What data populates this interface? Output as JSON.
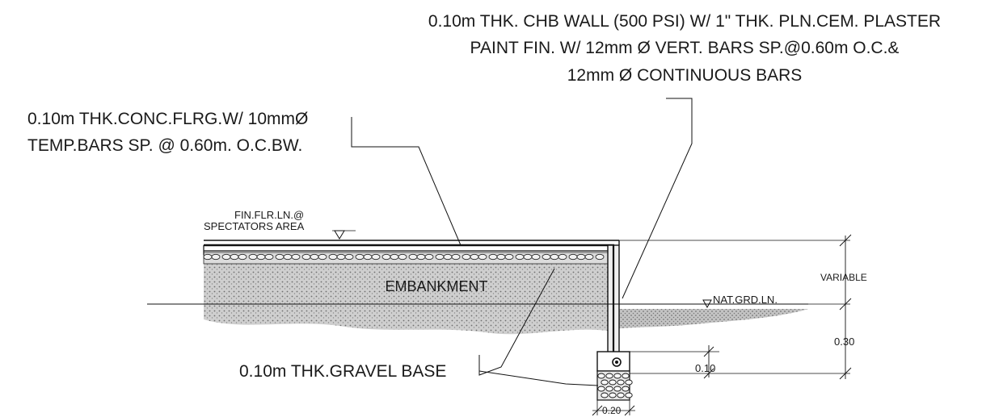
{
  "notes": {
    "chb_wall_line1": "0.10m THK. CHB WALL (500 PSI) W/ 1\" THK. PLN.CEM. PLASTER",
    "chb_wall_line2": "PAINT FIN. W/ 12mm Ø VERT. BARS SP.@0.60m O.C.&",
    "chb_wall_line3": "12mm Ø CONTINUOUS BARS",
    "flooring_line1": "0.10m THK.CONC.FLRG.W/ 10mmØ",
    "flooring_line2": "TEMP.BARS SP. @ 0.60m. O.C.BW.",
    "fin_flr_line1": "FIN.FLR.LN.@",
    "fin_flr_line2": "SPECTATORS  AREA",
    "embankment": "EMBANKMENT",
    "nat_grd": "NAT.GRD.LN.",
    "gravel_base": "0.10m THK.GRAVEL BASE"
  },
  "dimensions": {
    "variable": "VARIABLE",
    "d030": "0.30",
    "d010": "0.10",
    "d020": "0.20"
  },
  "colors": {
    "ink": "#111111",
    "fill_earth": "#b5b5b5"
  }
}
